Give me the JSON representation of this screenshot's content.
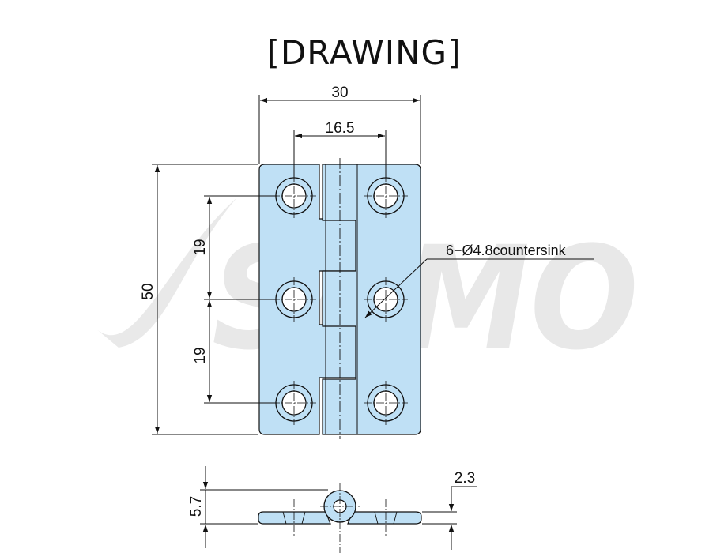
{
  "title": "[DRAWING]",
  "watermark": "SAMO",
  "dimensions": {
    "overall_width": "30",
    "hole_spacing_x": "16.5",
    "overall_height": "50",
    "pitch_upper": "19",
    "pitch_lower": "19",
    "hole_callout": "6−Ø4.8countersink",
    "thickness": "5.7",
    "plate_thickness": "2.3"
  },
  "colors": {
    "plate_fill": "#bfe0f5",
    "line": "#111111",
    "watermark": "#e6e6e6"
  }
}
